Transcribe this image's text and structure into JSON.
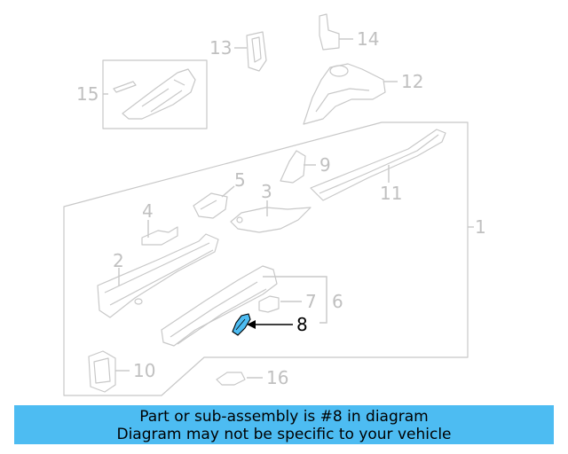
{
  "diagram": {
    "highlight_color": "#4dbcf2",
    "callouts": {
      "c1": "1",
      "c2": "2",
      "c3": "3",
      "c4": "4",
      "c5": "5",
      "c6": "6",
      "c7": "7",
      "c8": "8",
      "c9": "9",
      "c10": "10",
      "c11": "11",
      "c12": "12",
      "c13": "13",
      "c14": "14",
      "c15": "15",
      "c16": "16"
    }
  },
  "banner": {
    "line1": "Part or sub-assembly is #8 in diagram",
    "line2": "Diagram may not be specific to your vehicle"
  }
}
